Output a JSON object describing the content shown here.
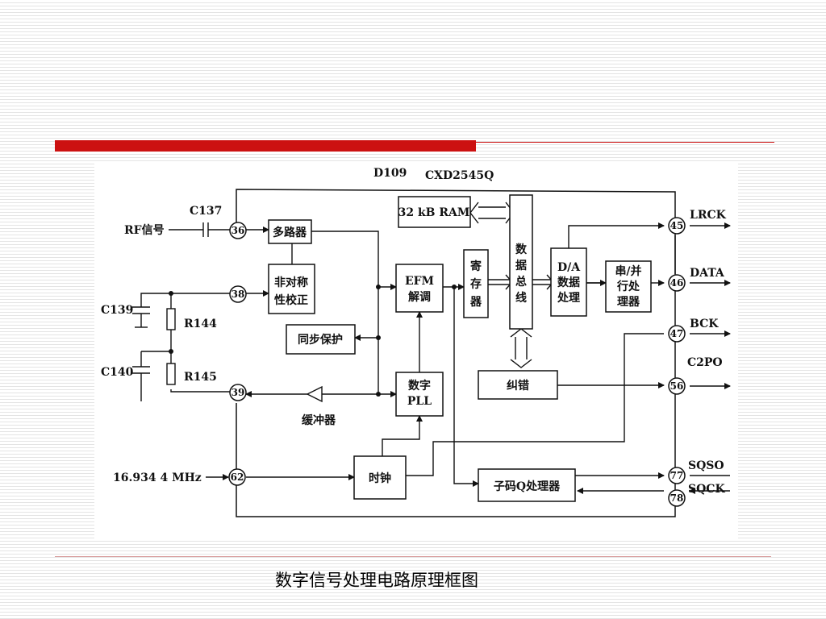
{
  "caption": "数字信号处理电路原理框图",
  "diagram": {
    "chip_id": "D109",
    "chip_model": "CXD2545Q",
    "blocks": {
      "mux": "多路器",
      "asym_1": "非对称",
      "asym_2": "性校正",
      "sync": "同步保护",
      "efm_1": "EFM",
      "efm_2": "解调",
      "ram": "32 kB RAM",
      "reg_1": "寄",
      "reg_2": "存",
      "reg_3": "器",
      "bus_1": "数",
      "bus_2": "据",
      "bus_3": "总",
      "bus_4": "线",
      "da_1": "D/A",
      "da_2": "数据",
      "da_3": "处理",
      "sp_1": "串/并",
      "sp_2": "行处",
      "sp_3": "理器",
      "pll_1": "数字",
      "pll_2": "PLL",
      "ecc": "纠错",
      "clock": "时钟",
      "subq": "子码Q处理器",
      "buffer": "缓冲器"
    },
    "inputs": {
      "rf": "RF信号",
      "c137": "C137",
      "c139": "C139",
      "c140": "C140",
      "r144": "R144",
      "r145": "R145",
      "osc": "16.934 4 MHz"
    },
    "outputs": {
      "lrck": "LRCK",
      "data": "DATA",
      "bck": "BCK",
      "c2po": "C2PO",
      "sqso": "SQSO",
      "sqck": "SQCK"
    },
    "pins": {
      "p36": "36",
      "p38": "38",
      "p39": "39",
      "p62": "62",
      "p45": "45",
      "p46": "46",
      "p47": "47",
      "p56": "56",
      "p77": "77",
      "p78": "78"
    }
  }
}
